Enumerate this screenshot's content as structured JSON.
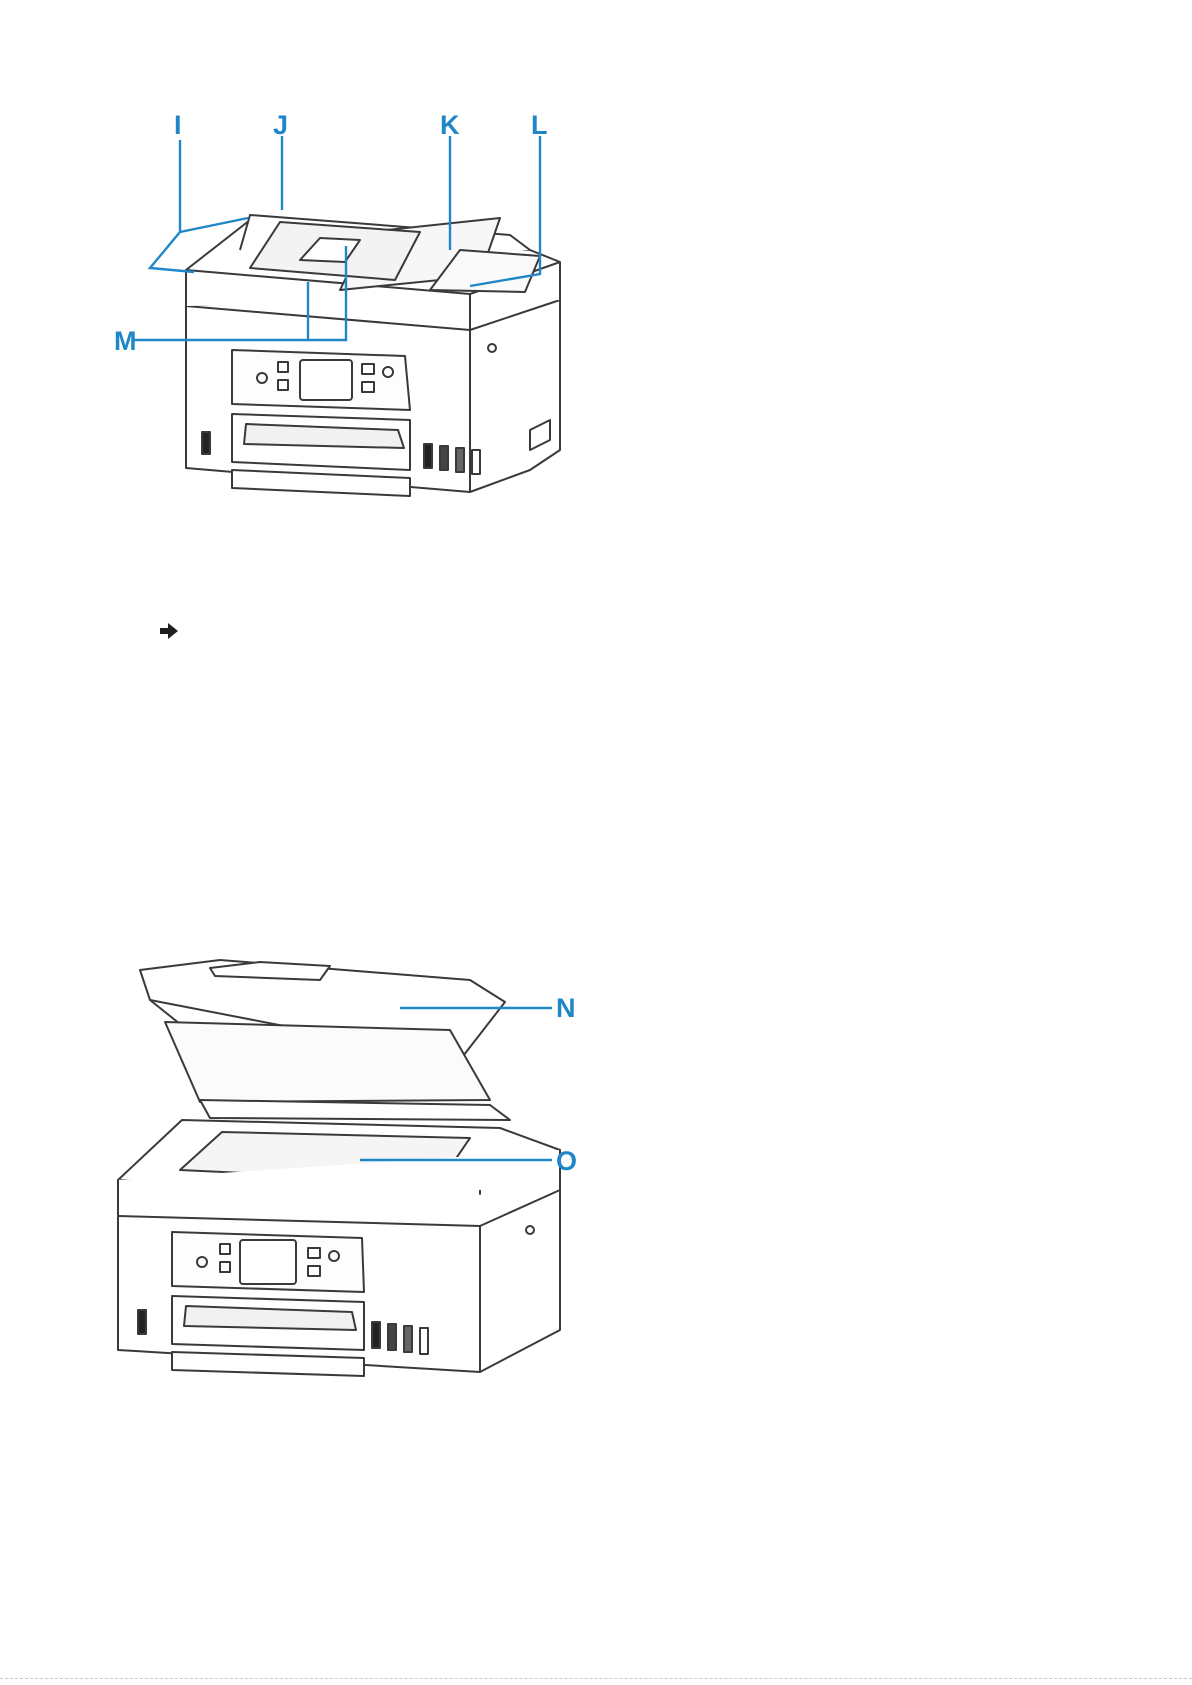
{
  "figure_top": {
    "callouts": {
      "I": "I",
      "J": "J",
      "K": "K",
      "L": "L",
      "M": "M"
    }
  },
  "reference_link": {
    "icon": "arrow-right-icon",
    "text": ""
  },
  "figure_bottom": {
    "callouts": {
      "N": "N",
      "O": "O"
    }
  },
  "colors": {
    "callout_blue": "#1f86c8",
    "link_blue": "#1a1aee",
    "printer_outline": "#3a3a3a"
  }
}
